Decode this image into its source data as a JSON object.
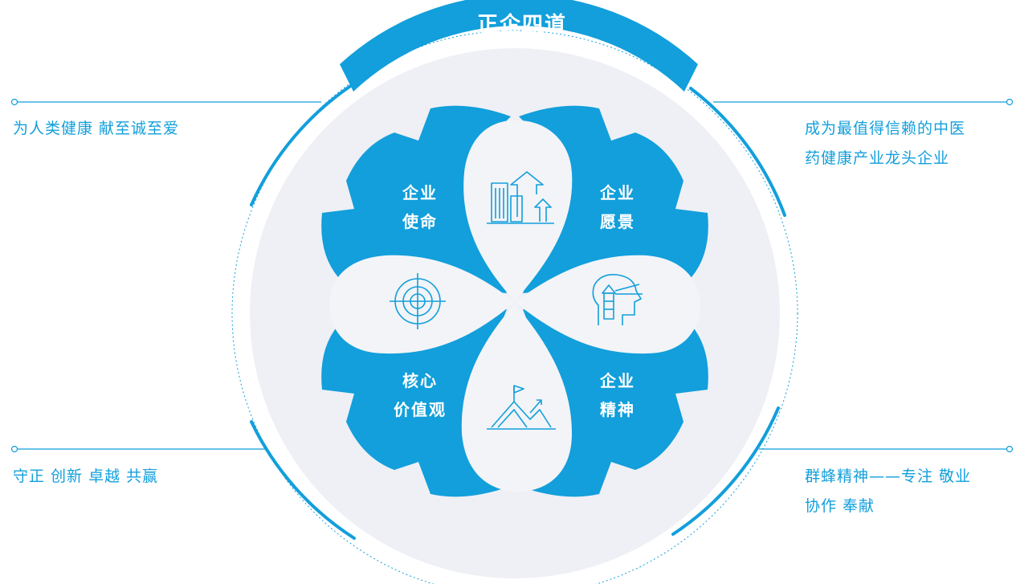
{
  "title": "正企四道",
  "quadrants": {
    "top_left": {
      "line1": "企业",
      "line2": "使命"
    },
    "top_right": {
      "line1": "企业",
      "line2": "愿景"
    },
    "bottom_left": {
      "line1": "核心",
      "line2": "价值观"
    },
    "bottom_right": {
      "line1": "企业",
      "line2": "精神"
    }
  },
  "statements": {
    "mission": "为人类健康 献至诚至爱",
    "vision_line1": "成为最值得信赖的中医",
    "vision_line2": "药健康产业龙头企业",
    "values": "守正 创新 卓越 共赢",
    "spirit_line1": "群蜂精神——专注 敬业",
    "spirit_line2": "协作 奉献"
  },
  "icons": {
    "top_left_petal": "buildings-growth-arrows-icon",
    "left_petal": "target-icon",
    "right_petal": "lighthouse-head-icon",
    "bottom_petal": "mountain-flag-icon"
  },
  "colors": {
    "primary": "#129fdb",
    "petal": "#f2f4f8",
    "disc": "#eef0f5",
    "white": "#ffffff"
  }
}
